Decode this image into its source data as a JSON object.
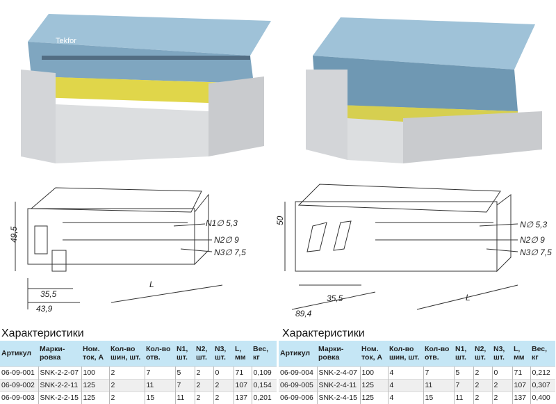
{
  "brand": "Tekfor",
  "drawings": {
    "left": {
      "height": "49,5",
      "base_width": "35,5",
      "depth": "43,9",
      "length": "L",
      "n1": "N1∅ 5,3",
      "n2": "N2∅ 9",
      "n3": "N3∅ 7,5"
    },
    "right": {
      "height": "50",
      "base_width": "35,5",
      "depth": "89,4",
      "length": "L",
      "n1": "N∅ 5,3",
      "n2": "N2∅ 9",
      "n3": "N3∅ 7,5"
    }
  },
  "tables": [
    {
      "title": "Характеристики",
      "headers": [
        "Артикул",
        "Марки-ровка",
        "Ном. ток, А",
        "Кол-во шин, шт.",
        "Кол-во отв.",
        "N1, шт.",
        "N2, шт.",
        "N3, шт.",
        "L, мм",
        "Вес, кг"
      ],
      "rows": [
        [
          "06-09-001",
          "SNK-2-2-07",
          "100",
          "2",
          "7",
          "5",
          "2",
          "0",
          "71",
          "0,109"
        ],
        [
          "06-09-002",
          "SNK-2-2-11",
          "125",
          "2",
          "11",
          "7",
          "2",
          "2",
          "107",
          "0,154"
        ],
        [
          "06-09-003",
          "SNK-2-2-15",
          "125",
          "2",
          "15",
          "11",
          "2",
          "2",
          "137",
          "0,201"
        ]
      ]
    },
    {
      "title": "Характеристики",
      "headers": [
        "Артикул",
        "Марки-ровка",
        "Ном. ток, А",
        "Кол-во шин, шт.",
        "Кол-во отв.",
        "N1, шт.",
        "N2, шт.",
        "N3, шт.",
        "L, мм",
        "Вес, кг"
      ],
      "rows": [
        [
          "06-09-004",
          "SNK-2-4-07",
          "100",
          "4",
          "7",
          "5",
          "2",
          "0",
          "71",
          "0,212"
        ],
        [
          "06-09-005",
          "SNK-2-4-11",
          "125",
          "4",
          "11",
          "7",
          "2",
          "2",
          "107",
          "0,307"
        ],
        [
          "06-09-006",
          "SNK-2-4-15",
          "125",
          "4",
          "15",
          "11",
          "2",
          "2",
          "137",
          "0,400"
        ]
      ]
    }
  ]
}
